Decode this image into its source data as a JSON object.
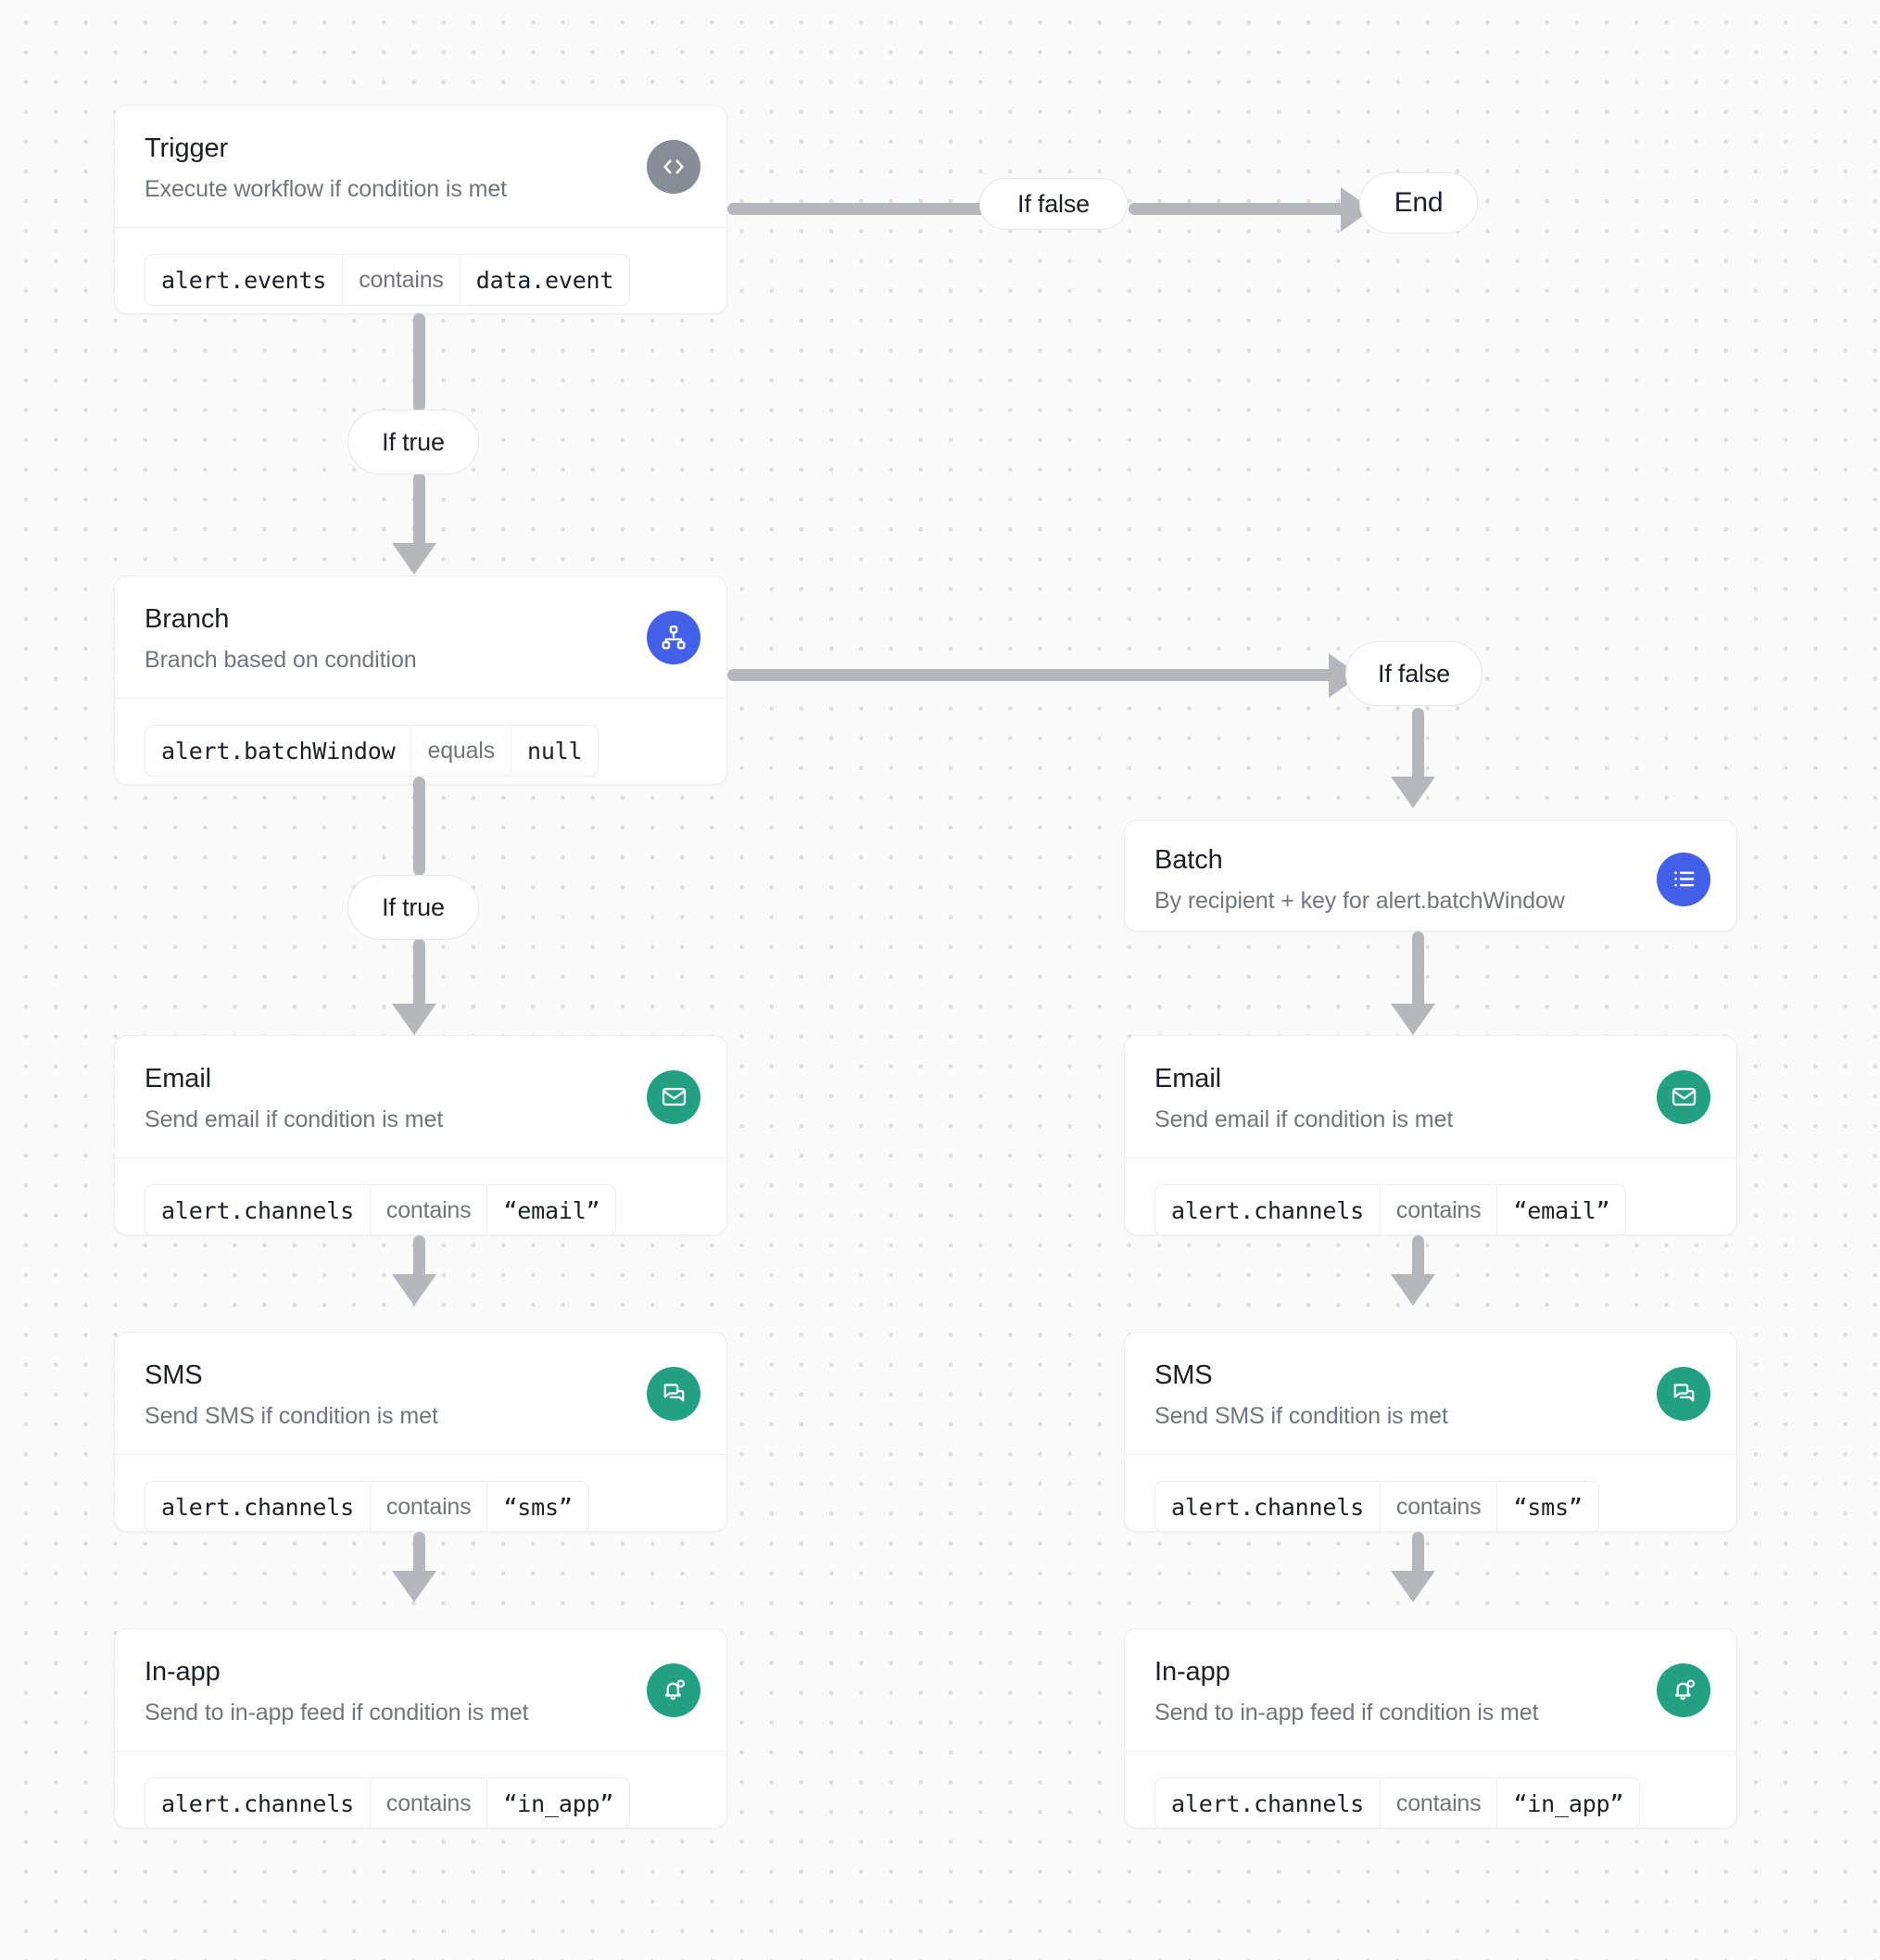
{
  "diagram": {
    "type": "workflow-flowchart",
    "nodes": [
      {
        "id": "trigger",
        "title": "Trigger",
        "subtitle": "Execute workflow if condition is met",
        "icon": "code-brackets-icon",
        "icon_color": "#868d97",
        "condition": {
          "operand": "alert.events",
          "operator": "contains",
          "value": "data.event"
        }
      },
      {
        "id": "branch",
        "title": "Branch",
        "subtitle": "Branch based on condition",
        "icon": "hierarchy-icon",
        "icon_color": "#4361e8",
        "condition": {
          "operand": "alert.batchWindow",
          "operator": "equals",
          "value": "null"
        }
      },
      {
        "id": "email-left",
        "title": "Email",
        "subtitle": "Send email if condition is met",
        "icon": "envelope-icon",
        "icon_color": "#21a181",
        "condition": {
          "operand": "alert.channels",
          "operator": "contains",
          "value": "“email”"
        }
      },
      {
        "id": "sms-left",
        "title": "SMS",
        "subtitle": "Send SMS if condition is met",
        "icon": "chat-bubbles-icon",
        "icon_color": "#21a181",
        "condition": {
          "operand": "alert.channels",
          "operator": "contains",
          "value": "“sms”"
        }
      },
      {
        "id": "inapp-left",
        "title": "In-app",
        "subtitle": "Send to in-app feed if condition is met",
        "icon": "bell-badge-icon",
        "icon_color": "#21a181",
        "condition": {
          "operand": "alert.channels",
          "operator": "contains",
          "value": "“in_app”"
        }
      },
      {
        "id": "batch",
        "title": "Batch",
        "subtitle": "By recipient + key for alert.batchWindow",
        "icon": "list-icon",
        "icon_color": "#4361e8",
        "condition": null
      },
      {
        "id": "email-right",
        "title": "Email",
        "subtitle": "Send email if condition is met",
        "icon": "envelope-icon",
        "icon_color": "#21a181",
        "condition": {
          "operand": "alert.channels",
          "operator": "contains",
          "value": "“email”"
        }
      },
      {
        "id": "sms-right",
        "title": "SMS",
        "subtitle": "Send SMS if condition is met",
        "icon": "chat-bubbles-icon",
        "icon_color": "#21a181",
        "condition": {
          "operand": "alert.channels",
          "operator": "contains",
          "value": "“sms”"
        }
      },
      {
        "id": "inapp-right",
        "title": "In-app",
        "subtitle": "Send to in-app feed if condition is met",
        "icon": "bell-badge-icon",
        "icon_color": "#21a181",
        "condition": {
          "operand": "alert.channels",
          "operator": "contains",
          "value": "“in_app”"
        }
      }
    ],
    "labels": {
      "trigger_false": "If false",
      "trigger_true": "If true",
      "branch_false": "If false",
      "branch_true": "If true",
      "end": "End"
    }
  }
}
